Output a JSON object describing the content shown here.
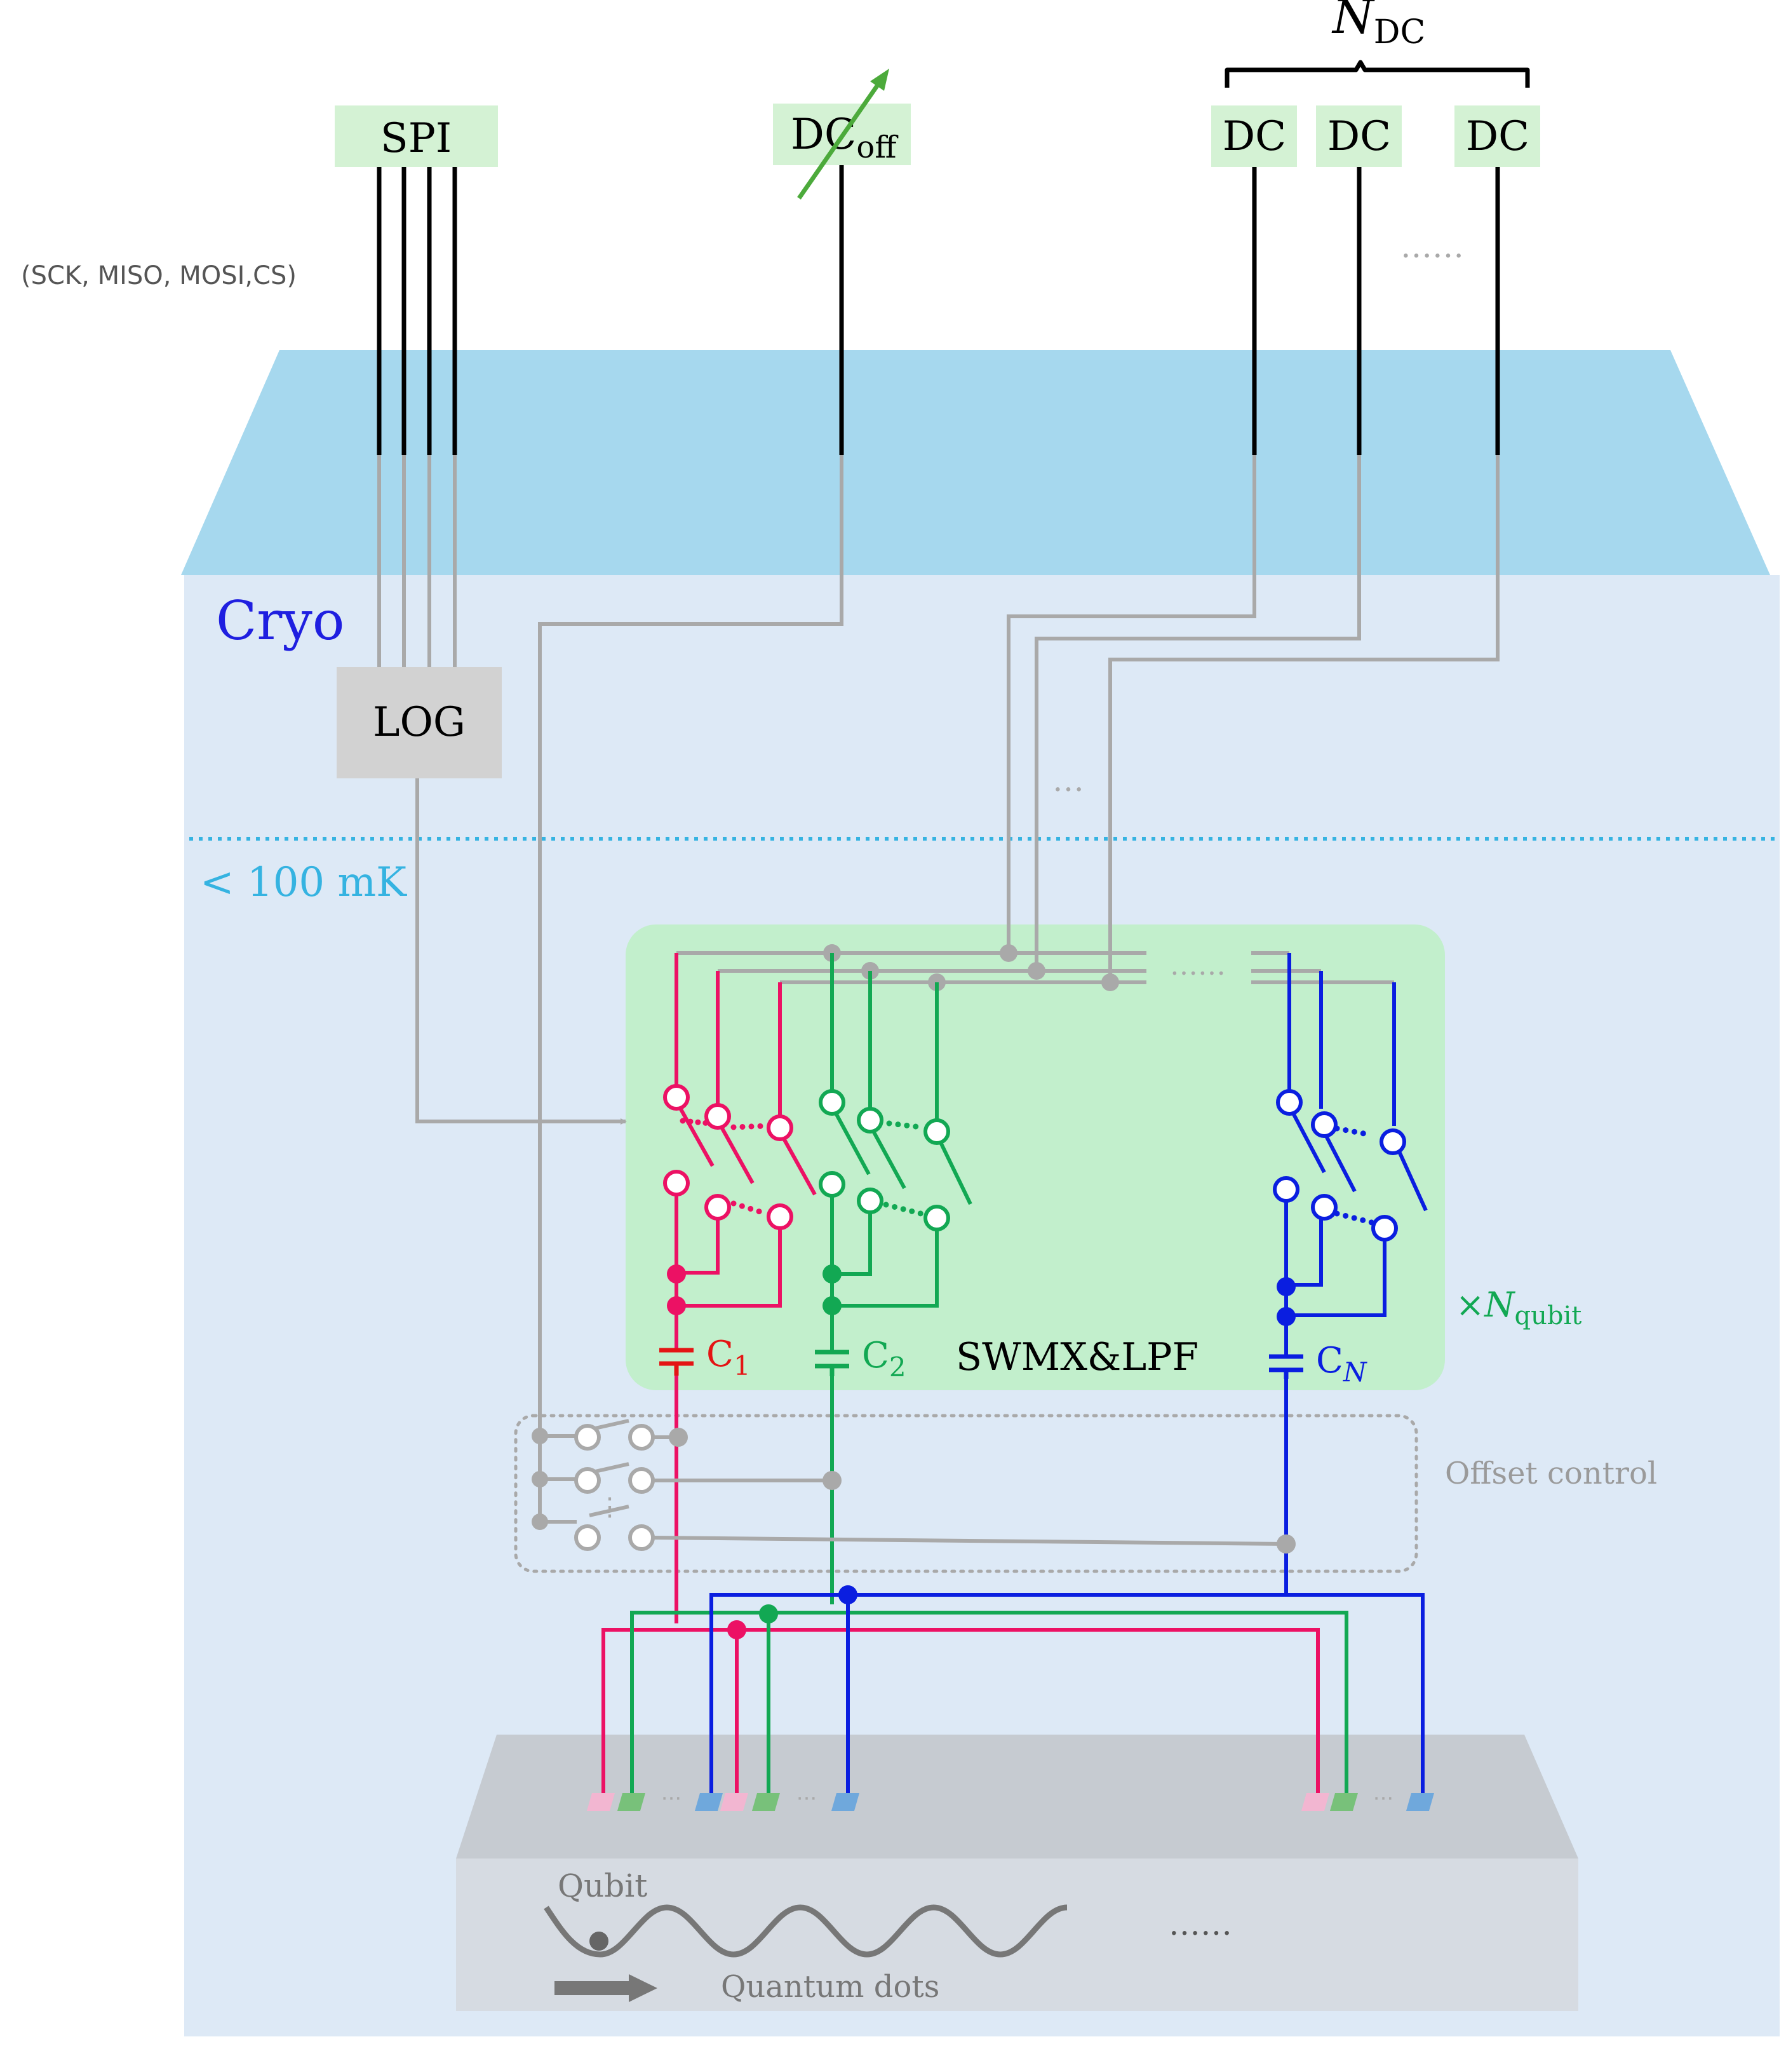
{
  "colors": {
    "cryo_bg": "#dde9f6",
    "hot_band": "#a6d8ee",
    "green_box": "#c2efcc",
    "spi_box": "#d4f2d4",
    "log_box": "#d2d2d2",
    "chip_top": "#c6cbd1",
    "chip_front": "#d6dbe2",
    "red": "#ec1164",
    "red_cap": "#e41414",
    "green": "#12a853",
    "blue": "#0a1ee0",
    "gray": "#a9a9a9",
    "black": "#000000",
    "cryo_label": "#1f1fe0",
    "temp_label": "#35b3e1",
    "dc_arrow": "#4caa3b",
    "pad_pink": "#f2b6d1",
    "pad_green": "#78c17a",
    "pad_blue": "#6fa8dc"
  },
  "sources": {
    "spi": "SPI",
    "spi_signals": "(SCK, MISO, MOSI,CS)",
    "dc_off_main": "DC",
    "dc_off_sub": "off",
    "dc": [
      "DC",
      "DC",
      "DC"
    ],
    "dc_ellipsis": "……",
    "n_dc_main": "N",
    "n_dc_sub": "DC"
  },
  "cryo": {
    "label": "Cryo",
    "log": "LOG",
    "temp": "< 100 mK",
    "fan_ellipsis": "…"
  },
  "swmx": {
    "label": "SWMX&LPF",
    "bus_ellipsis": "……",
    "multiplier_prefix": "×",
    "multiplier_main": "N",
    "multiplier_sub": "qubit",
    "caps": [
      {
        "main": "C",
        "sub": "1"
      },
      {
        "main": "C",
        "sub": "2"
      },
      {
        "main": "C",
        "sub": "N"
      }
    ]
  },
  "offset": {
    "label": "Offset control",
    "dots": "⋮"
  },
  "chip": {
    "pad_ellipsis": "···",
    "qubit": "Qubit",
    "quantum_dots": "Quantum dots",
    "ellipsis": "……"
  },
  "icons": [
    "tunable-arrow-icon",
    "switch-icon",
    "capacitor-icon",
    "arrow-icon",
    "qubit-dot-icon"
  ]
}
